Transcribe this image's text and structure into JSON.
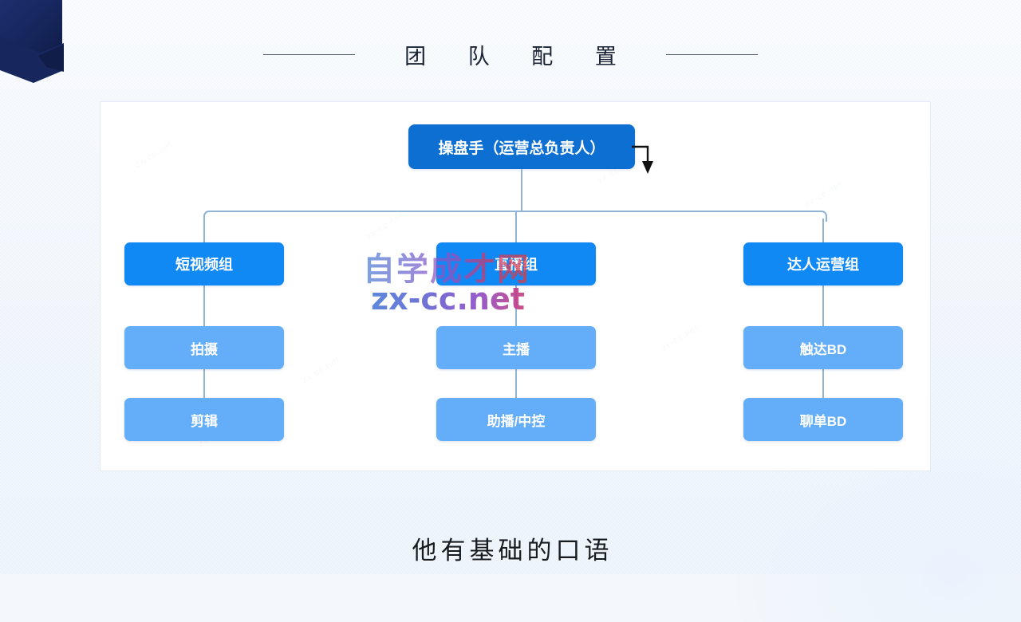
{
  "slide": {
    "title": "团 队 配 置",
    "subtitle": "他有基础的口语"
  },
  "watermark": {
    "cn": "自学成才网",
    "url": "zx-cc.net",
    "tile_text": "zx-cc.net"
  },
  "chart_data": {
    "type": "diagram",
    "title": "团 队 配 置",
    "root": {
      "label": "操盘手（运营总负责人）",
      "color": "#0d6fd1"
    },
    "columns": [
      {
        "group": {
          "label": "短视频组",
          "color": "#1089f5"
        },
        "leaves": [
          {
            "label": "拍摄",
            "color": "#64adf8"
          },
          {
            "label": "剪辑",
            "color": "#64adf8"
          }
        ]
      },
      {
        "group": {
          "label": "直播组",
          "color": "#1089f5"
        },
        "leaves": [
          {
            "label": "主播",
            "color": "#64adf8"
          },
          {
            "label": "助播/中控",
            "color": "#64adf8"
          }
        ]
      },
      {
        "group": {
          "label": "达人运营组",
          "color": "#1089f5"
        },
        "leaves": [
          {
            "label": "触达BD",
            "color": "#64adf8"
          },
          {
            "label": "聊单BD",
            "color": "#64adf8"
          }
        ]
      }
    ],
    "connector_color": "#8fb4d6",
    "arrow_color": "#111111"
  }
}
